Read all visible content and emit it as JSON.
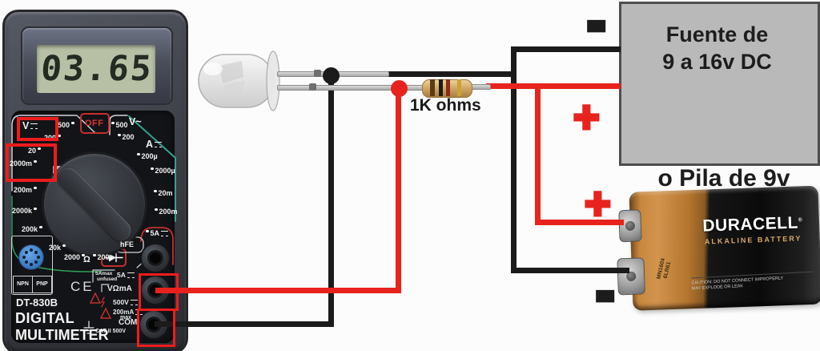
{
  "meter": {
    "display_value": "03.65",
    "model": "DT-830B",
    "line1": "DIGITAL",
    "line2": "MULTIMETER",
    "ce": "CE",
    "dial": {
      "off": "OFF",
      "dcv_label": "V",
      "acv_label": "V~",
      "dca_label": "A",
      "hfe": "hFE",
      "dcv_500": "500",
      "dcv_200": "200",
      "dcv_20": "20",
      "dcv_2000m": "2000m",
      "dcv_200m": "200m",
      "ohm_2000k": "2000k",
      "ohm_200k": "200k",
      "ohm_20k": "20k",
      "ohm_2000": "2000",
      "ohm_sym": "Ω",
      "ohm_200": "200",
      "acv_500": "500",
      "acv_200": "200",
      "dca_200u": "200µ",
      "dca_2000u": "2000µ",
      "dca_20m": "20m",
      "dca_200m": "200m",
      "dca_5a": "5A"
    },
    "jack_labels": {
      "amax": "5Amax",
      "unfused": "unfused",
      "a5": "5A",
      "vohm": "VΩmA",
      "v500": "500V",
      "ma200": "200mA",
      "max": "max",
      "com": "COM",
      "cat": "CAT II 500V"
    },
    "socket": {
      "npn": "NPN",
      "pnp": "PNP"
    }
  },
  "circuit": {
    "resistor_label": "1K ohms"
  },
  "source_box": {
    "line1": "Fuente de",
    "line2": "9 a 16v DC",
    "neg": "−",
    "pos": "+"
  },
  "battery": {
    "alt_label": "o Pila de 9v",
    "pos": "+",
    "neg": "−",
    "brand": "DURACELL",
    "reg": "®",
    "type": "ALKALINE BATTERY",
    "model": "MN1604",
    "model2": "6LR61",
    "caution1": "CAUTION: DO NOT CONNECT IMPROPERLY",
    "caution2": "MAY EXPLODE OR LEAK"
  },
  "colors": {
    "wire_red": "#e8231e",
    "wire_black": "#1b1b1b",
    "annotation_red": "#ee1c1c",
    "lcd": "#b7c0a5",
    "source_box_fill": "#b9b9b9"
  }
}
